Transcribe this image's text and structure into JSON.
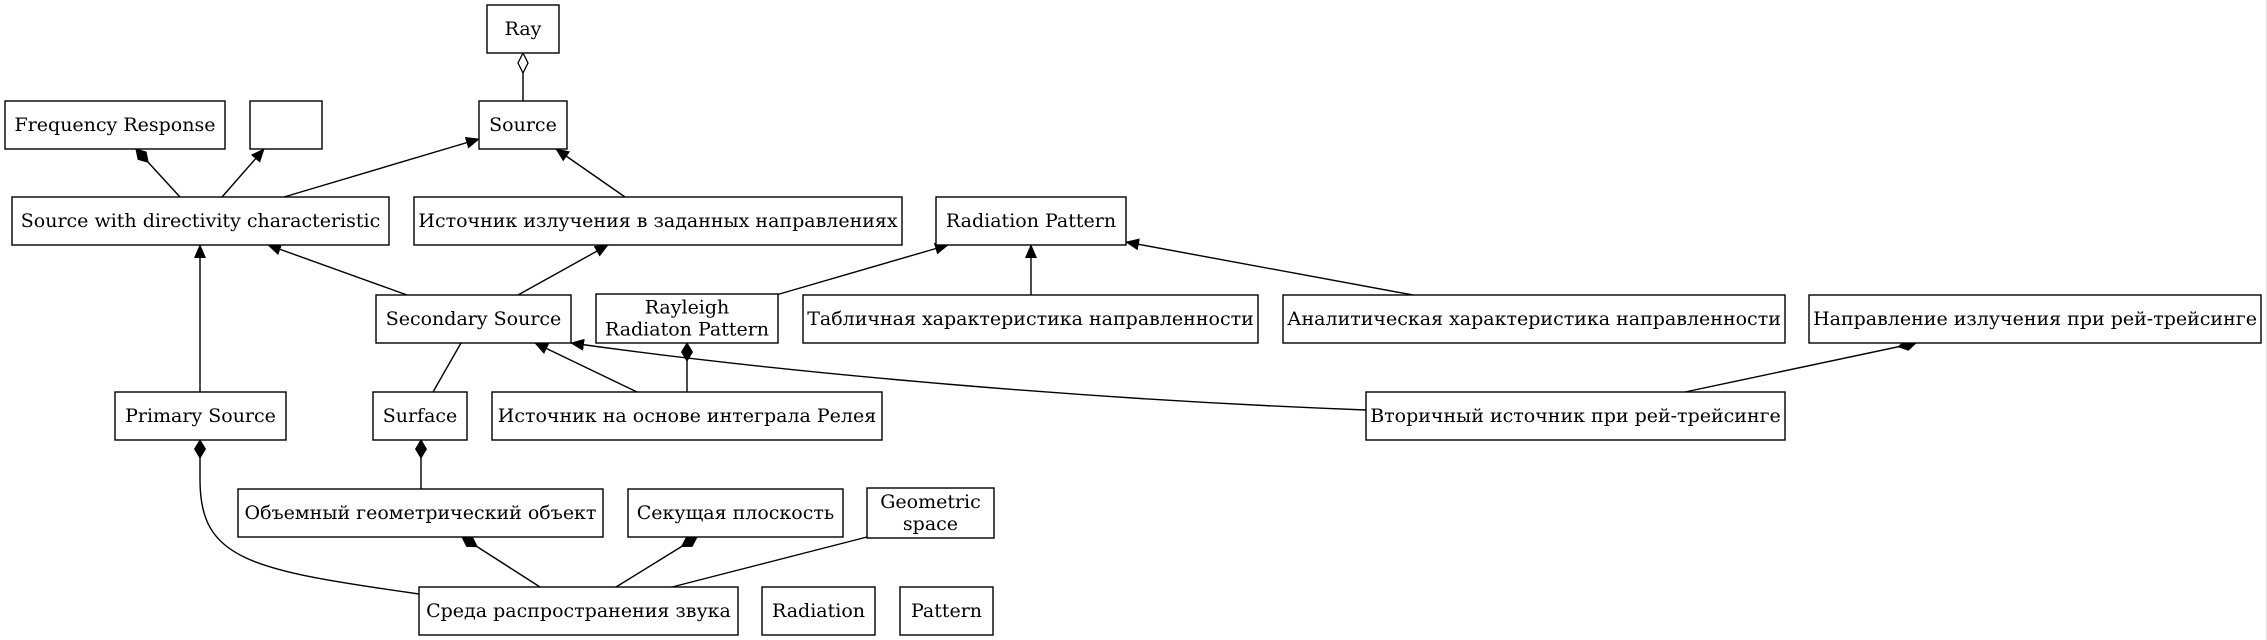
{
  "diagram": {
    "type": "uml-class-diagram",
    "colors": {
      "stroke": "#000000",
      "fill": "#ffffff",
      "background": "#ffffff"
    },
    "nodes": {
      "ray": {
        "label": [
          "Ray"
        ]
      },
      "frequency_response": {
        "label": [
          "Frequency Response"
        ]
      },
      "empty": {
        "label": []
      },
      "source": {
        "label": [
          "Source"
        ]
      },
      "source_directivity": {
        "label": [
          "Source with directivity characteristic"
        ]
      },
      "source_directions": {
        "label": [
          "Источник излучения в заданных направлениях"
        ]
      },
      "radiation_pattern": {
        "label": [
          "Radiation Pattern"
        ]
      },
      "secondary_source": {
        "label": [
          "Secondary Source"
        ]
      },
      "rayleigh_pattern": {
        "label": [
          "Rayleigh",
          "Radiaton Pattern"
        ]
      },
      "tabular_directivity": {
        "label": [
          "Табличная характеристика направленности"
        ]
      },
      "analytic_directivity": {
        "label": [
          "Аналитическая характеристика направленности"
        ]
      },
      "raytracing_direction": {
        "label": [
          "Направление излучения при рей-трейсинге"
        ]
      },
      "primary_source": {
        "label": [
          "Primary Source"
        ]
      },
      "surface": {
        "label": [
          "Surface"
        ]
      },
      "rayleigh_source": {
        "label": [
          "Источник на основе интеграла Релея"
        ]
      },
      "raytracing_secondary": {
        "label": [
          "Вторичный источник при рей-трейсинге"
        ]
      },
      "volume_object": {
        "label": [
          "Объемный геометрический объект"
        ]
      },
      "cutting_plane": {
        "label": [
          "Секущая плоскость"
        ]
      },
      "geometric_space": {
        "label": [
          "Geometric",
          "space"
        ]
      },
      "propagation_medium": {
        "label": [
          "Среда распространения звука"
        ]
      },
      "radiation": {
        "label": [
          "Radiation"
        ]
      },
      "pattern": {
        "label": [
          "Pattern"
        ]
      }
    },
    "edges": [
      {
        "from": "source",
        "to": "ray",
        "kind": "aggregation"
      },
      {
        "from": "source_directivity",
        "to": "frequency_response",
        "kind": "composition"
      },
      {
        "from": "source_directivity",
        "to": "empty",
        "kind": "generalization"
      },
      {
        "from": "source_directivity",
        "to": "source",
        "kind": "generalization"
      },
      {
        "from": "source_directions",
        "to": "source",
        "kind": "generalization"
      },
      {
        "from": "secondary_source",
        "to": "source_directivity",
        "kind": "generalization"
      },
      {
        "from": "secondary_source",
        "to": "source_directions",
        "kind": "generalization"
      },
      {
        "from": "primary_source",
        "to": "source_directivity",
        "kind": "generalization"
      },
      {
        "from": "rayleigh_pattern",
        "to": "radiation_pattern",
        "kind": "generalization"
      },
      {
        "from": "tabular_directivity",
        "to": "radiation_pattern",
        "kind": "generalization"
      },
      {
        "from": "analytic_directivity",
        "to": "radiation_pattern",
        "kind": "generalization"
      },
      {
        "from": "surface",
        "to": "secondary_source",
        "kind": "association"
      },
      {
        "from": "rayleigh_source",
        "to": "secondary_source",
        "kind": "generalization"
      },
      {
        "from": "rayleigh_source",
        "to": "rayleigh_pattern",
        "kind": "composition"
      },
      {
        "from": "raytracing_secondary",
        "to": "secondary_source",
        "kind": "generalization"
      },
      {
        "from": "raytracing_secondary",
        "to": "raytracing_direction",
        "kind": "composition"
      },
      {
        "from": "volume_object",
        "to": "surface",
        "kind": "composition"
      },
      {
        "from": "propagation_medium",
        "to": "primary_source",
        "kind": "composition"
      },
      {
        "from": "propagation_medium",
        "to": "volume_object",
        "kind": "composition"
      },
      {
        "from": "propagation_medium",
        "to": "cutting_plane",
        "kind": "composition"
      },
      {
        "from": "propagation_medium",
        "to": "geometric_space",
        "kind": "association"
      }
    ]
  }
}
